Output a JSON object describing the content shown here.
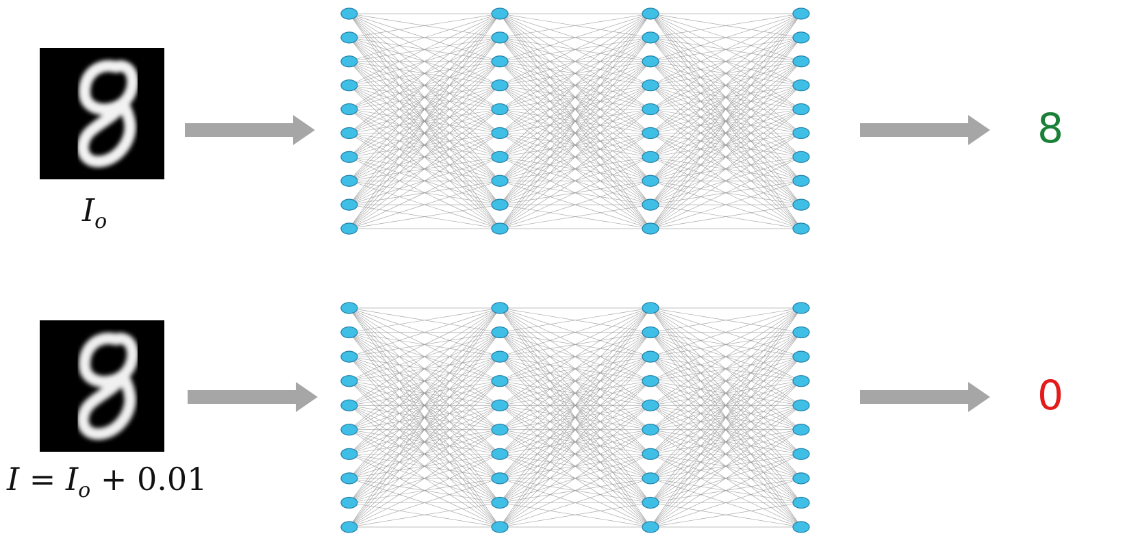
{
  "rows": [
    {
      "input_label_main": "I",
      "input_label_sub": "o",
      "input_label_rest": "",
      "prediction": "8",
      "prediction_color": "#1a7f37"
    },
    {
      "input_label_main": "I = I",
      "input_label_sub": "o",
      "input_label_rest": " + 0.01",
      "prediction": "0",
      "prediction_color": "#e31b1b"
    }
  ],
  "network": {
    "layers": 4,
    "nodes_per_layer": 10,
    "node_color": "#3fbfe6",
    "node_stroke": "#1f7fa8",
    "edge_color": "#9a9a9a"
  },
  "arrow_color": "#a6a6a6",
  "icons": {
    "input_image": "handwritten-digit-8-image",
    "arrow": "right-arrow-icon"
  }
}
